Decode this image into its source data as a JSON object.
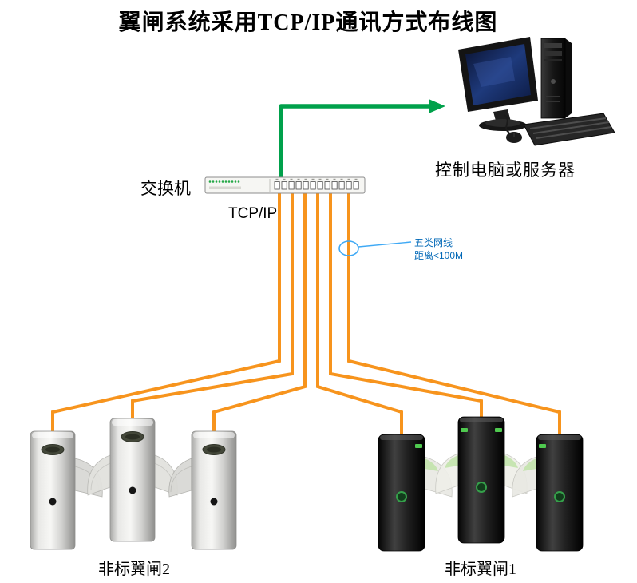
{
  "title": "翼闸系统采用TCP/IP通讯方式布线图",
  "labels": {
    "computer": "控制电脑或服务器",
    "switch": "交换机",
    "protocol": "TCP/IP",
    "cable_note_line1": "五类网线",
    "cable_note_line2": "距离<100M",
    "gate_left": "非标翼闸2",
    "gate_right": "非标翼闸1"
  },
  "colors": {
    "cable_orange": "#F7941D",
    "uplink_green": "#00A14B",
    "note_blue": "#0068b7",
    "callout_blue": "#3fa9f5"
  }
}
